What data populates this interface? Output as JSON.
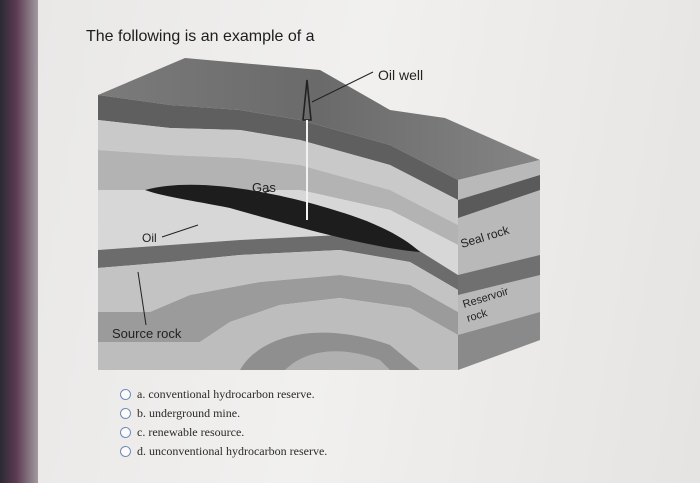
{
  "question": {
    "text": "The following is an example of a"
  },
  "diagram": {
    "labels": {
      "oil_well": "Oil well",
      "gas": "Gas",
      "oil": "Oil",
      "source_rock": "Source rock",
      "seal_rock": "Seal rock",
      "reservoir_rock_line1": "Reservoir",
      "reservoir_rock_line2": "rock"
    }
  },
  "options": [
    {
      "label": "a. conventional hydrocarbon reserve."
    },
    {
      "label": "b. underground mine."
    },
    {
      "label": "c. renewable resource."
    },
    {
      "label": "d. unconventional hydrocarbon reserve."
    }
  ]
}
